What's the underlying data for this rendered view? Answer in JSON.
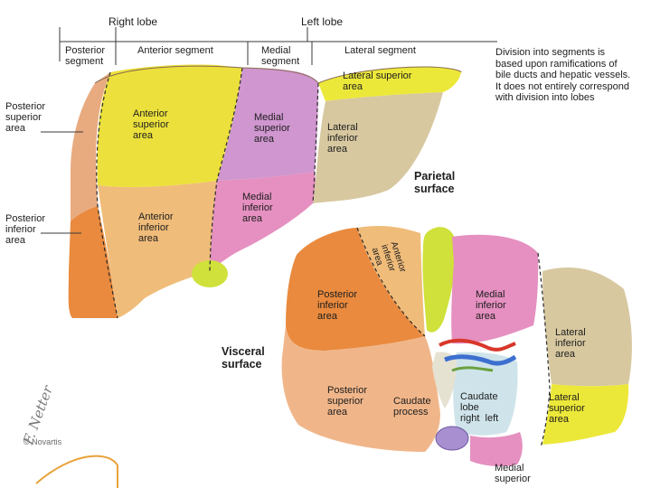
{
  "top_labels": {
    "right_lobe": "Right lobe",
    "left_lobe": "Left lobe",
    "posterior_segment": "Posterior\nsegment",
    "anterior_segment": "Anterior segment",
    "medial_segment": "Medial\nsegment",
    "lateral_segment": "Lateral segment"
  },
  "note": "Division into segments is\nbased upon ramifications of\nbile ducts and hepatic vessels.\nIt does not entirely correspond\nwith division into lobes",
  "parietal": {
    "title": "Parietal\nsurface",
    "posterior_superior_area": "Posterior\nsuperior\narea",
    "posterior_inferior_area": "Posterior\ninferior\narea",
    "anterior_superior_area": "Anterior\nsuperior\narea",
    "anterior_inferior_area": "Anterior\ninferior\narea",
    "medial_superior_area": "Medial\nsuperior\narea",
    "medial_inferior_area": "Medial\ninferior\narea",
    "lateral_superior_area": "Lateral superior\narea",
    "lateral_inferior_area": "Lateral\ninferior\narea"
  },
  "visceral": {
    "title": "Visceral\nsurface",
    "anterior_inferior_area": "Anterior\ninferior\narea",
    "posterior_inferior_area": "Posterior\ninferior\narea",
    "posterior_superior_area": "Posterior\nsuperior\narea",
    "caudate_process": "Caudate\nprocess",
    "caudate_lobe": "Caudate\nlobe\nright  left",
    "medial_inferior_area": "Medial\ninferior\narea",
    "lateral_inferior_area": "Lateral\ninferior\narea",
    "lateral_superior_area": "Lateral\nsuperior\narea",
    "medial_superior": "Medial\nsuperior"
  },
  "credits": {
    "signature": "F. Netter",
    "copyright": "© Novartis"
  },
  "colors": {
    "posterior_superior": "#e8ab80",
    "posterior_inferior": "#e98a3e",
    "anterior_superior": "#ece13c",
    "anterior_inferior": "#f0bc7a",
    "medial_superior": "#cf96cf",
    "medial_inferior": "#e590c0",
    "lateral_superior": "#ece83a",
    "lateral_inferior": "#d7c8a0",
    "gallbladder": "#cfe13a",
    "visceral_posterior_superior": "#f0b68a",
    "caudate": "#cfe4ea"
  }
}
